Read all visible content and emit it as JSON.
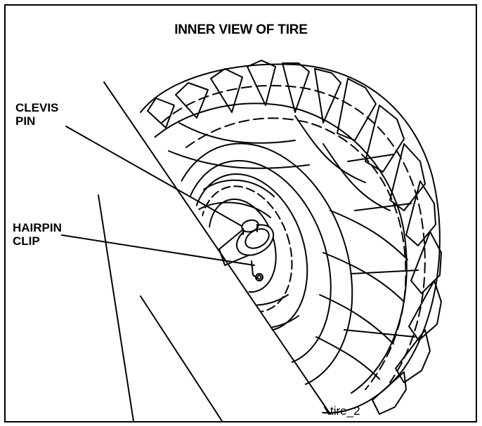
{
  "title": "INNER VIEW OF TIRE",
  "labels": {
    "clevis_pin": "CLEVIS\nPIN",
    "hairpin_clip": "HAIRPIN\nCLIP"
  },
  "figure_id": "tire_2",
  "colors": {
    "line": "#000000",
    "background": "#ffffff"
  }
}
